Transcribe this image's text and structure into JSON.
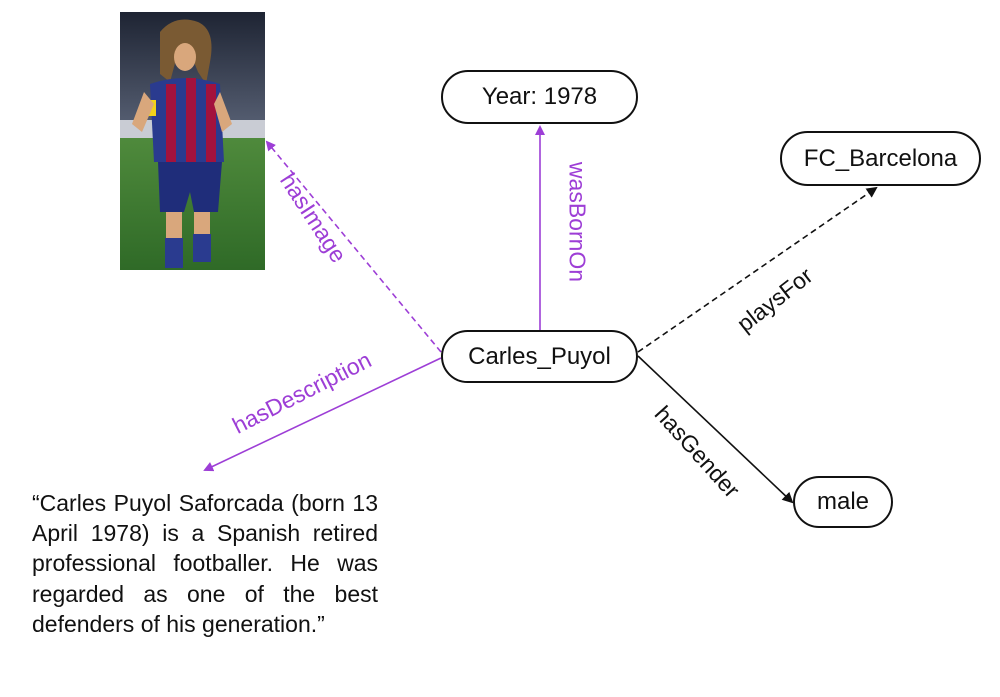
{
  "nodes": {
    "center": "Carles_Puyol",
    "year": "Year: 1978",
    "club": "FC_Barcelona",
    "gender": "male"
  },
  "edges": {
    "image": "hasImage",
    "born": "wasBornOn",
    "plays": "playsFor",
    "description": "hasDescription",
    "gender": "hasGender"
  },
  "description_text": "“Carles Puyol Saforcada (born 13 April 1978) is a Spanish retired professional footballer. He was regarded as one of the best defenders of his generation.”",
  "colors": {
    "purple_edge": "#9d3ed6",
    "black_edge": "#111111"
  }
}
